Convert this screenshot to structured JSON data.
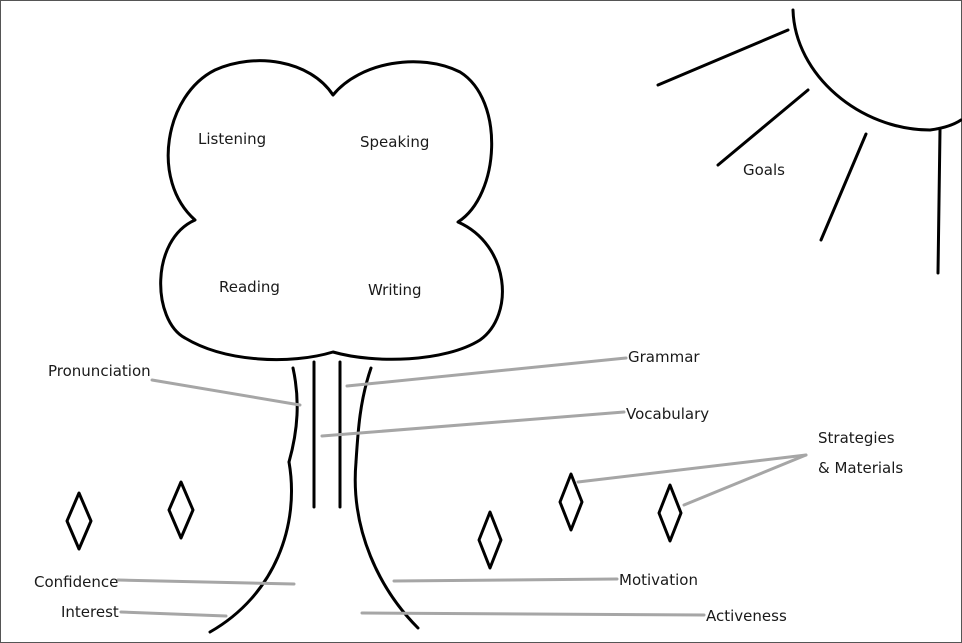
{
  "tree": {
    "canopy": [
      "Listening",
      "Speaking",
      "Reading",
      "Writing"
    ],
    "trunk": [
      "Pronunciation",
      "Grammar",
      "Vocabulary"
    ],
    "roots": [
      "Confidence",
      "Interest",
      "Motivation",
      "Activeness"
    ]
  },
  "sun": {
    "label": "Goals"
  },
  "strategies": {
    "line1": "Strategies",
    "line2": "& Materials"
  },
  "colors": {
    "ink": "#000000",
    "leader": "#a6a6a6",
    "background": "#ffffff"
  }
}
